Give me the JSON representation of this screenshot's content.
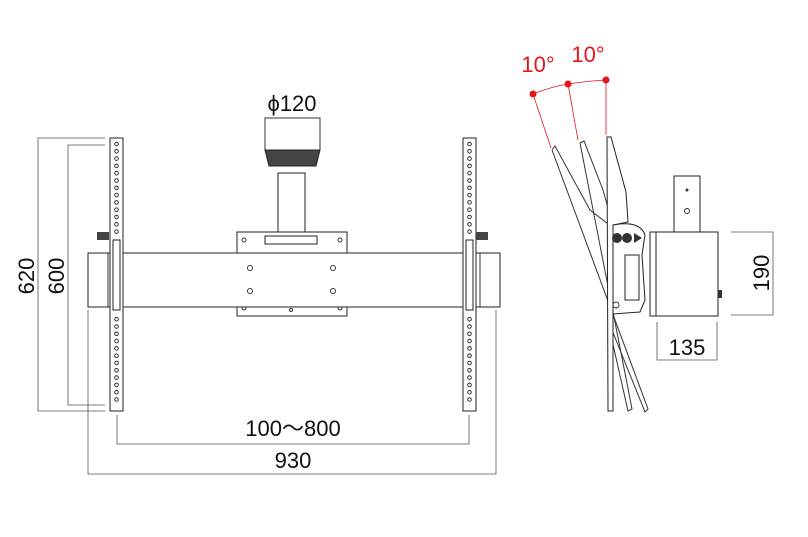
{
  "dimensions": {
    "pole_diameter": "ϕ120",
    "outer_height": "620",
    "inner_height": "600",
    "vesa_range": "100〜800",
    "total_width": "930",
    "box_depth": "135",
    "box_height": "190",
    "tilt_angle_1": "10°",
    "tilt_angle_2": "10°"
  },
  "colors": {
    "line": "#333333",
    "accent": "#e8141c"
  }
}
